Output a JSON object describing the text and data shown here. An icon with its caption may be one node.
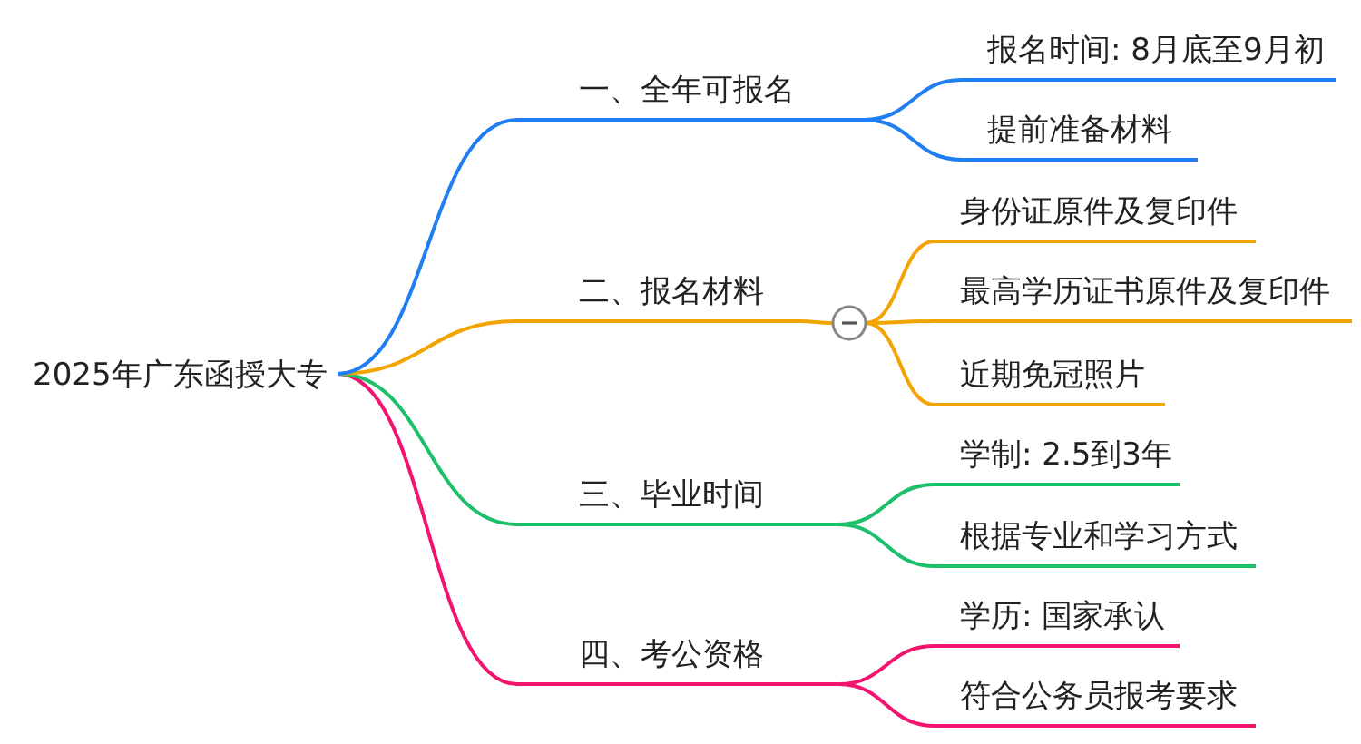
{
  "diagram": {
    "nodes": [
      {
        "text": [
          "2025年广东函授大专"
        ]
      },
      {
        "text": [
          "一、全年可报名"
        ]
      },
      {
        "text": [
          "报名时间: 8月底至9月初"
        ]
      },
      {
        "text": [
          "提前准备材料"
        ]
      },
      {
        "text": [
          "二、报名材料"
        ]
      },
      {
        "text": [],
        "shape": "circle"
      },
      {
        "text": [
          "身份证原件及复印件"
        ]
      },
      {
        "text": [
          "最高学历证书原件及复印件"
        ]
      },
      {
        "text": [
          "近期免冠照片"
        ]
      },
      {
        "text": [
          "三、毕业时间"
        ]
      },
      {
        "text": [
          "学制: 2.5到3年"
        ]
      },
      {
        "text": [
          "根据专业和学习方式"
        ]
      },
      {
        "text": [
          "四、考公资格"
        ]
      },
      {
        "text": [
          "学历: 国家承认"
        ]
      },
      {
        "text": [
          "符合公务员报考要求"
        ]
      }
    ],
    "edges": [
      {
        "from": 0,
        "to": 1,
        "arrow": "none",
        "color": "#1f7ef4"
      },
      {
        "from": 1,
        "to": 2,
        "arrow": "none",
        "color": "#1f7ef4"
      },
      {
        "from": 1,
        "to": 3,
        "arrow": "none",
        "color": "#1f7ef4"
      },
      {
        "from": 0,
        "to": 4,
        "arrow": "none",
        "color": "#f2a400"
      },
      {
        "from": 4,
        "to": 5,
        "arrow": "none",
        "color": "#f2a400"
      },
      {
        "from": 5,
        "to": 6,
        "arrow": "none",
        "color": "#f2a400"
      },
      {
        "from": 5,
        "to": 7,
        "arrow": "none",
        "color": "#f2a400"
      },
      {
        "from": 5,
        "to": 8,
        "arrow": "none",
        "color": "#f2a400"
      },
      {
        "from": 0,
        "to": 9,
        "arrow": "none",
        "color": "#1cc06a"
      },
      {
        "from": 9,
        "to": 10,
        "arrow": "none",
        "color": "#1cc06a"
      },
      {
        "from": 9,
        "to": 11,
        "arrow": "none",
        "color": "#1cc06a"
      },
      {
        "from": 0,
        "to": 12,
        "arrow": "none",
        "color": "#f2146f"
      },
      {
        "from": 12,
        "to": 13,
        "arrow": "none",
        "color": "#f2146f"
      },
      {
        "from": 12,
        "to": 14,
        "arrow": "none",
        "color": "#f2146f"
      }
    ]
  }
}
